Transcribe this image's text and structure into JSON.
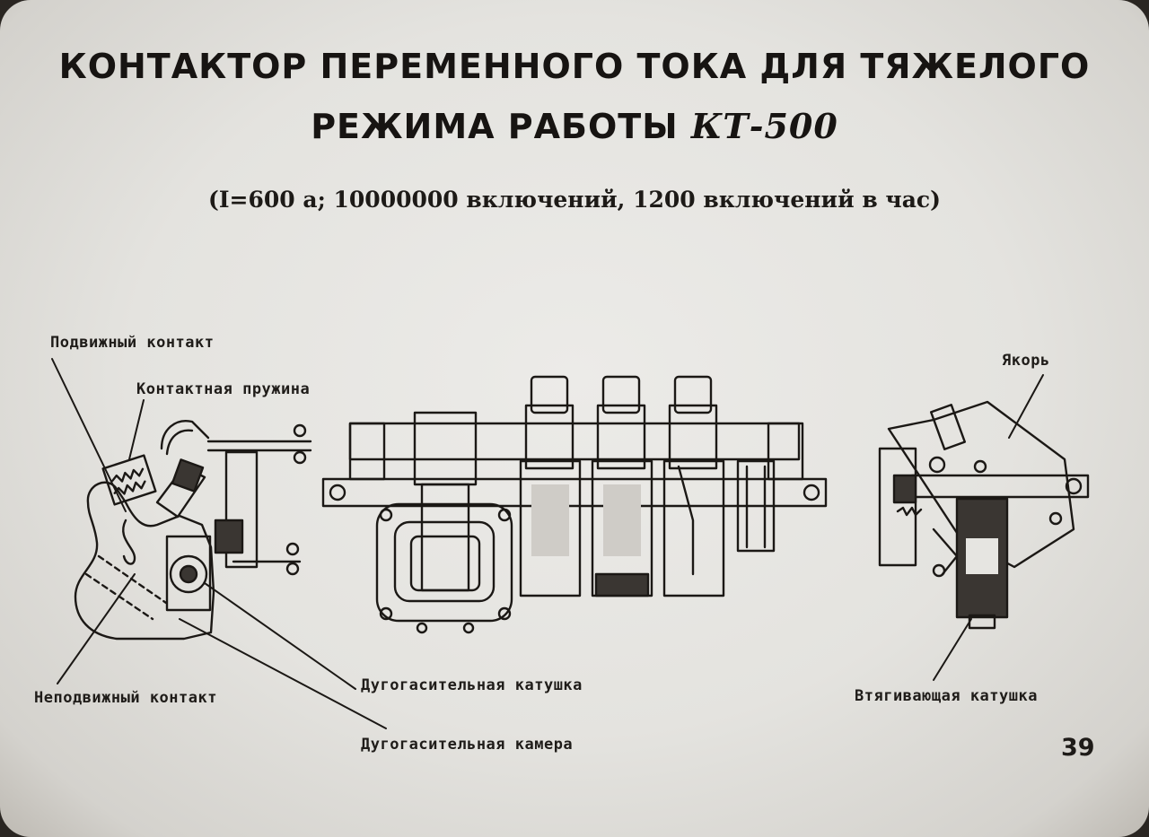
{
  "slide": {
    "title_line1": "КОНТАКТОР ПЕРЕМЕННОГО ТОКА ДЛЯ ТЯЖЕЛОГО",
    "title_line2": "РЕЖИМА РАБОТЫ",
    "title_model": "КТ-500",
    "subtitle": "(I=600 a; 10000000 включений, 1200 включений в час)",
    "page_number": "39"
  },
  "labels": {
    "moving_contact": "Подвижный контакт",
    "contact_spring": "Контактная пружина",
    "fixed_contact": "Неподвижный контакт",
    "arc_coil": "Дугогасительная катушка",
    "arc_chamber": "Дугогасительная камера",
    "armature": "Якорь",
    "pull_coil": "Втягивающая катушка"
  },
  "colors": {
    "ink": "#1b1815",
    "paper": "#e6e5e1",
    "coil_dark": "#3a3632"
  }
}
